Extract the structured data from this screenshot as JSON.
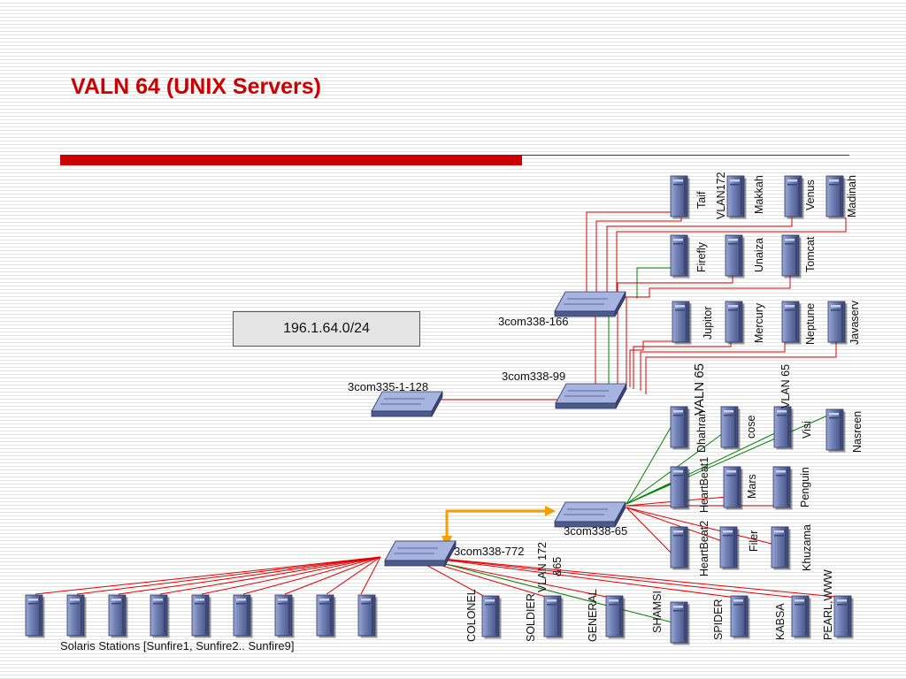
{
  "title": "VALN 64 (UNIX Servers)",
  "subnet_label": "196.1.64.0/24",
  "switches": {
    "sw166": "3com338-166",
    "sw99": "3com338-99",
    "sw128": "3com335-1-128",
    "sw65": "3com338-65",
    "sw772": "3com338-772"
  },
  "vlan65_label": "VALN 65",
  "servers": {
    "taif": "Taif",
    "vlan172": "VLAN172",
    "makkah": "Makkah",
    "venus": "Venus",
    "madinah": "Madinah",
    "firefly": "Firefly",
    "unaiza": "Unaiza",
    "tomcat": "Tomcat",
    "jupitor": "Jupitor",
    "mercury": "Mercury",
    "neptune": "Neptune",
    "javaserv": "Javaserv",
    "dhahran": "Dhahran",
    "cose": "cose",
    "visi_vlan": "VLAN 65",
    "visi": "Visi",
    "nasreen": "Nasreen",
    "heartbeat1": "HeartBeat1",
    "mars": "Mars",
    "penguin": "Penguin",
    "heartbeat2": "HeartBeat2",
    "filer": "Filer",
    "khuzama": "Khuzama",
    "colonel": "COLONEL",
    "soldier": "SOLDIER",
    "soldier_vlan": "VLAN 172",
    "soldier_vlan2": "&65",
    "general": "GENERAL",
    "shamsi": "SHAMSI",
    "spider": "SPIDER",
    "kabsa": "KABSA",
    "pearl": "PEARL,WWW"
  },
  "solaris_label": "Solaris Stations [Sunfire1, Sunfire2.. Sunfire9]",
  "colors": {
    "title": "#cc0000",
    "red_link": "#e00000",
    "green_link": "#008000",
    "orange_link": "#f5a000",
    "device": "#5c6a9c"
  },
  "icons": {
    "server": "server-tower-icon",
    "switch": "network-switch-icon"
  }
}
